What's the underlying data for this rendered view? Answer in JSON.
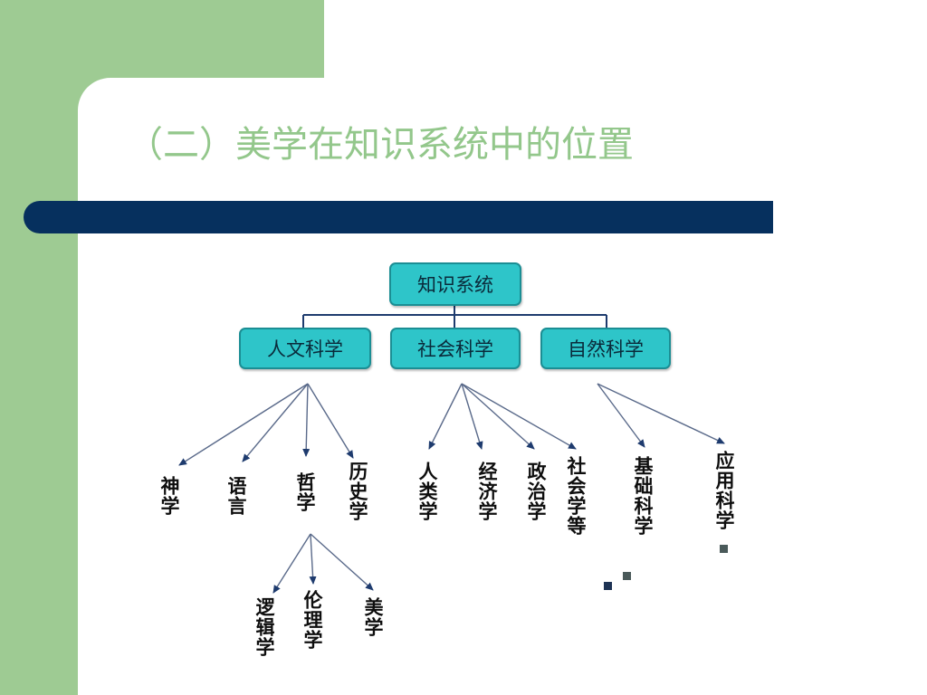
{
  "slide": {
    "title": "（二）美学在知识系统中的位置",
    "colors": {
      "side_panel": "#9ecb93",
      "bar": "#06305e",
      "title": "#93c78b",
      "box_fill": "#2ec5c9"
    }
  },
  "diagram": {
    "root": "知识系统",
    "categories": {
      "humanities": "人文科学",
      "social": "社会科学",
      "natural": "自然科学"
    },
    "humanities_leaves": {
      "theology": "神学",
      "linguistics": "语言",
      "philosophy": "哲学",
      "history": "历史学"
    },
    "philosophy_leaves": {
      "logic": "逻辑学",
      "ethics": "伦理学",
      "aesthetics": "美学"
    },
    "social_leaves": {
      "anthropology": "人类学",
      "economics": "经济学",
      "politics": "政治学",
      "sociology": "社会学等"
    },
    "natural_leaves": {
      "basic": "基础科学",
      "applied": "应用科学"
    }
  }
}
